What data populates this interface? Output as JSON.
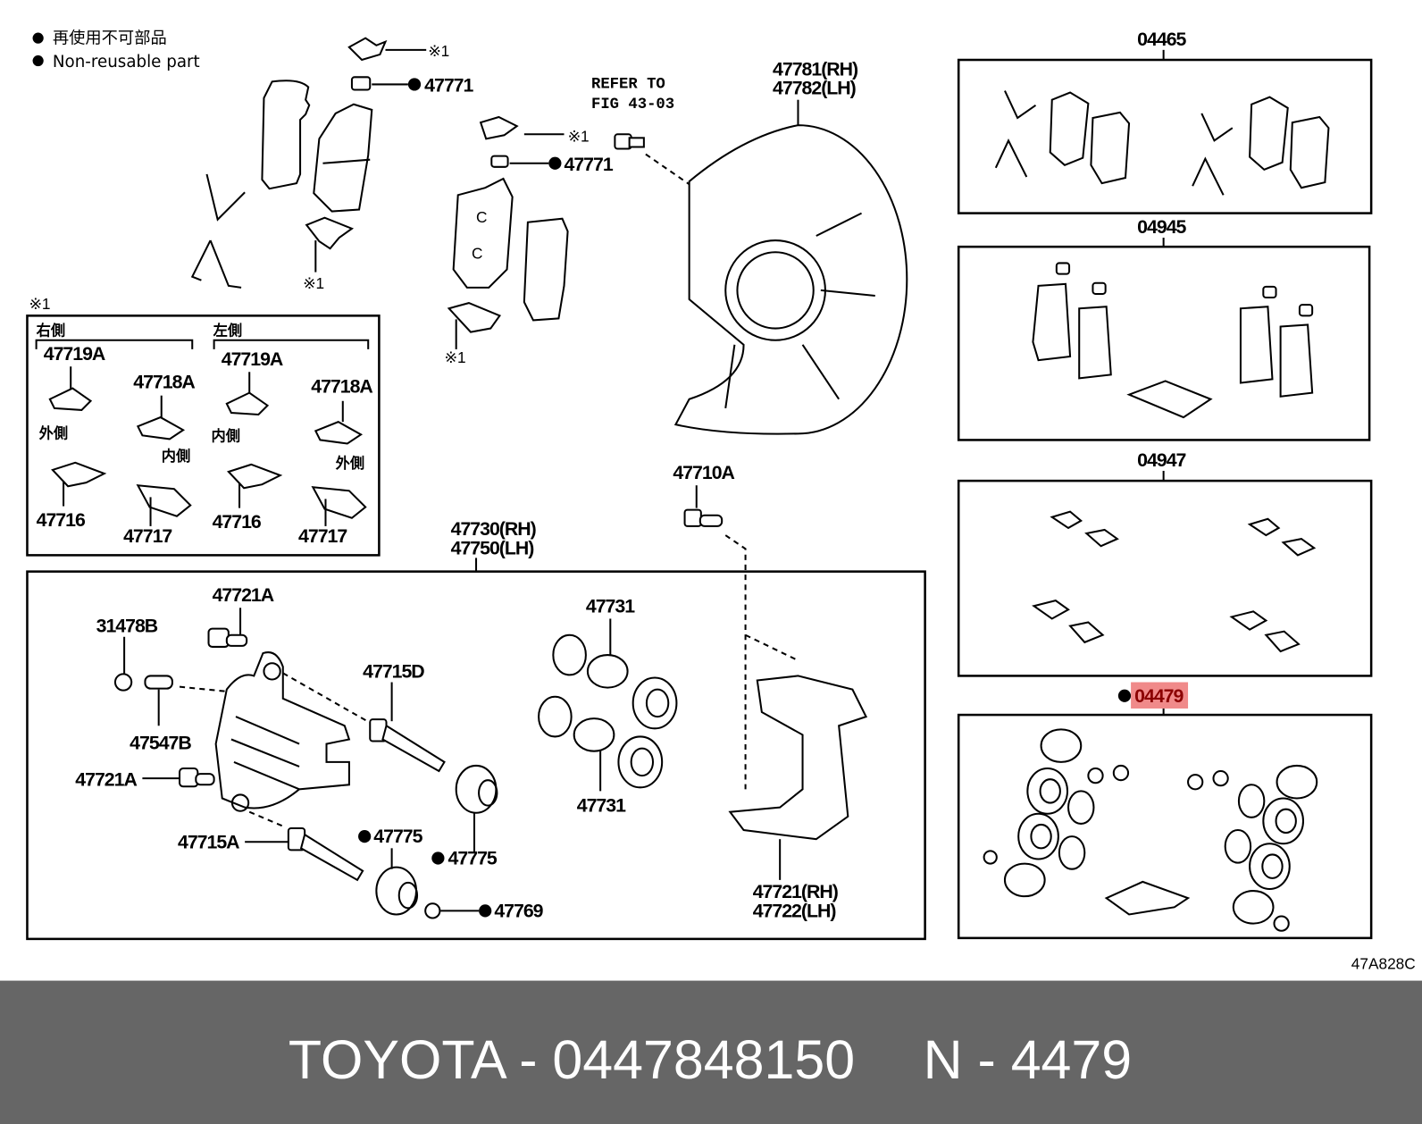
{
  "legend": {
    "japanese": "再使用不可部品",
    "english": "Non-reusable part"
  },
  "refer": {
    "line1": "REFER TO",
    "line2": "FIG 43-03"
  },
  "mark": "※1",
  "labels": {
    "p47771_a": "47771",
    "p47771_b": "47771",
    "rotor_rh": "47781(RH)",
    "rotor_lh": "47782(LH)",
    "p47710A": "47710A",
    "caliper_rh": "47730(RH)",
    "caliper_lh": "47750(LH)",
    "p47721A_top": "47721A",
    "p31478B": "31478B",
    "p47715D": "47715D",
    "p47731_top": "47731",
    "p47547B": "47547B",
    "p47721A_left": "47721A",
    "p47731_bot": "47731",
    "p47775_a": "47775",
    "p47775_b": "47775",
    "p47715A": "47715A",
    "p47769": "47769",
    "mount_rh": "47721(RH)",
    "mount_lh": "47722(LH)"
  },
  "inset": {
    "right_side": "右側",
    "left_side": "左側",
    "r_47719A": "47719A",
    "r_47718A": "47718A",
    "l_47719A": "47719A",
    "l_47718A": "47718A",
    "r_outer": "外側",
    "r_inner": "内側",
    "l_inner": "内側",
    "l_outer": "外側",
    "r_47716": "47716",
    "r_47717": "47717",
    "l_47716": "47716",
    "l_47717": "47717"
  },
  "kits": [
    {
      "code": "04465",
      "highlighted": false
    },
    {
      "code": "04945",
      "highlighted": false
    },
    {
      "code": "04947",
      "highlighted": false
    },
    {
      "code": "04479",
      "highlighted": true,
      "non_reusable": true
    }
  ],
  "figure_id": "47A828C",
  "footer": {
    "brand_part": "TOYOTA - 0447848150",
    "ref": "N - 4479"
  },
  "colors": {
    "highlight": "#f08a8a",
    "highlight_text": "#8b0000",
    "footer_bg": "#666666"
  }
}
